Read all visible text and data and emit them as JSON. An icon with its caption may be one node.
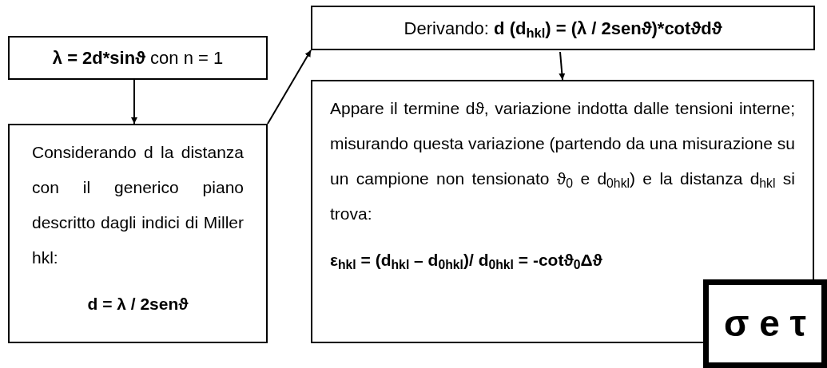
{
  "diagram": {
    "nodes": [
      {
        "text": [
          "**λ = 2d*sinϑ** con n = 1"
        ]
      },
      {
        "text": [
          "Considerando d la distanza con il generico piano descritto dagli indici di Miller hkl:",
          "d = λ / 2senϑ"
        ]
      },
      {
        "text": [
          "Derivando: **d (d$_{hkl}$) = (λ / 2senϑ)*cotϑdϑ**"
        ]
      },
      {
        "text": [
          "Appare il termine dϑ, variazione indotta dalle tensioni interne; misurando questa variazione (partendo da una misurazione su un campione non tensionato ϑ$_{0}$ e d$_{0hkl}$) e la distanza d$_{hkl}$ si trova:",
          "ε$_{hkl}$ = (d$_{hkl}$ – d$_{0hkl}$)/ d$_{0hkl}$ = -cotϑ$_{0}$Δϑ"
        ]
      },
      {
        "text": [
          "σ e τ"
        ]
      }
    ],
    "edges": [
      {
        "from": 0,
        "to": 1,
        "arrow": "to"
      },
      {
        "from": 1,
        "to": 2,
        "arrow": "to"
      },
      {
        "from": 2,
        "to": 3,
        "arrow": "to"
      }
    ]
  }
}
